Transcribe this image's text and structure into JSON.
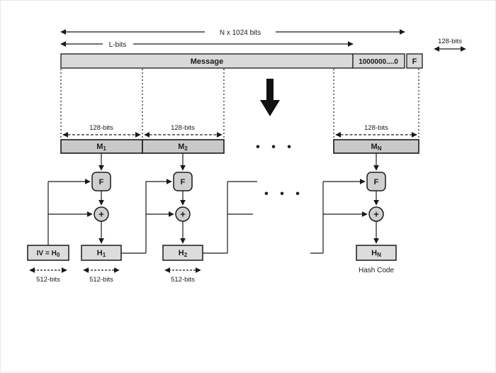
{
  "top": {
    "total_label": "N x 1024 bits",
    "length_bits_label": "128-bits",
    "l_bits_label": "L-bits"
  },
  "bar": {
    "message": "Message",
    "padding": "1000000....0",
    "length_field": "F"
  },
  "blocks": {
    "width_labels": [
      "128-bits",
      "128-bits",
      "128-bits"
    ],
    "items": [
      {
        "base": "M",
        "sub": "1"
      },
      {
        "base": "M",
        "sub": "2"
      },
      {
        "base": "M",
        "sub": "N"
      }
    ],
    "dots": "• • •"
  },
  "rounds": {
    "f_label": "F",
    "plus_label": "+",
    "dots": "• • •"
  },
  "state": {
    "iv": {
      "base": "IV = H",
      "sub": "0"
    },
    "items": [
      {
        "base": "H",
        "sub": "1"
      },
      {
        "base": "H",
        "sub": "2"
      },
      {
        "base": "H",
        "sub": "N"
      }
    ],
    "width_labels": [
      "512-bits",
      "512-bits",
      "512-bits"
    ],
    "hash_code": "Hash Code"
  },
  "colors": {
    "fill_light": "#d9d9d9",
    "fill_mid": "#c9c9c9",
    "stroke": "#1a1a1a"
  }
}
